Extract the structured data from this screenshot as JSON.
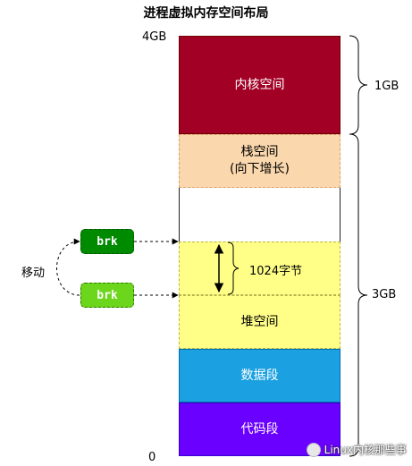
{
  "title": "进程虚拟内存空间布局",
  "addresses": {
    "top": "4GB",
    "bottom": "0"
  },
  "segments": {
    "kernel": "内核空间",
    "stack_line1": "栈空间",
    "stack_line2": "(向下增长)",
    "heap": "堆空间",
    "data": "数据段",
    "code": "代码段"
  },
  "brk": {
    "label_1": "brk",
    "label_2": "brk",
    "move_label": "移动"
  },
  "increment_label": "1024字节",
  "braces": {
    "kernel": "1GB",
    "user": "3GB"
  },
  "watermark": "Linux内核那些事",
  "colors": {
    "kernel": "#a20025",
    "stack": "#fad7ac",
    "heap": "#ffff88",
    "data": "#1ba1e2",
    "code": "#6a00ff",
    "brk_dark": "#008a00",
    "brk_light": "#6cd61c"
  }
}
